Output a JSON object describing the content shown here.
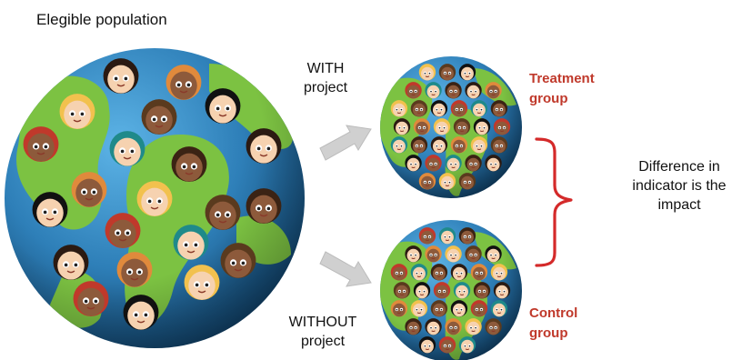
{
  "labels": {
    "title": "Elegible population",
    "with_line1": "WITH",
    "with_line2": "project",
    "without_line1": "WITHOUT",
    "without_line2": "project",
    "treatment_line1": "Treatment",
    "treatment_line2": "group",
    "control_line1": "Control",
    "control_line2": "group",
    "impact_line1": "Difference in",
    "impact_line2": "indicator is the",
    "impact_line3": "impact"
  },
  "colors": {
    "ocean": "#2e7fb8",
    "land": "#7cc242",
    "accent_red": "#d42a2a",
    "label_red": "#c0392b",
    "arrow_gray": "#d0d0d0"
  }
}
